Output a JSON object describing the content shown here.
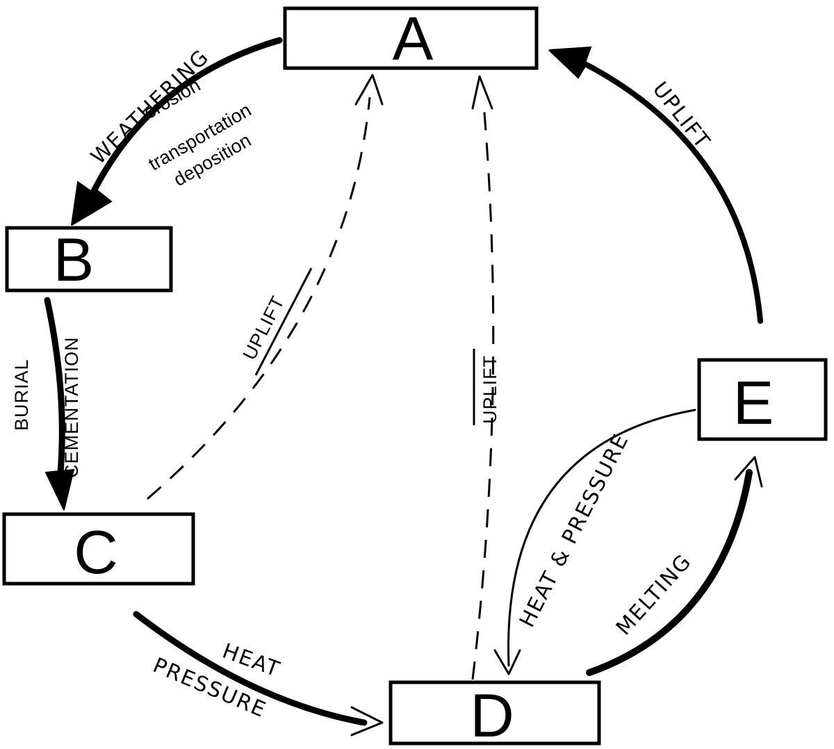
{
  "boxes": {
    "a": "A",
    "b": "B",
    "c": "C",
    "d": "D",
    "e": "E"
  },
  "labels": {
    "weathering": "WEATHERING",
    "erosion": "erosion",
    "transportation": "transportation",
    "deposition": "deposition",
    "burial": "BURIAL",
    "cementation": "CEMENTATION",
    "uplift_c_a": "UPLIFT",
    "uplift_d_a": "UPLIFT",
    "uplift_e_a": "UPLIFT",
    "heat_pressure_e_d": "HEAT & PRESSURE",
    "melting": "MELTING",
    "heat": "HEAT",
    "pressure": "PRESSURE"
  }
}
